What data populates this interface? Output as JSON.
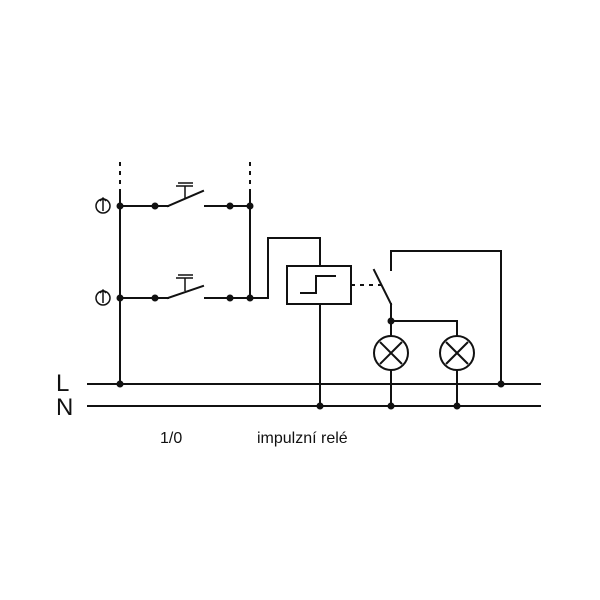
{
  "bus_labels": {
    "line": "L",
    "neutral": "N"
  },
  "captions": {
    "switch_mode": "1/0",
    "relay": "impulzní relé"
  },
  "icons": {
    "indicator": "lamp-indicator-icon",
    "pushbutton": "pushbutton-symbol-icon",
    "relay_contact": "relay-coil-symbol-icon",
    "lamp": "lamp-cross-icon"
  }
}
